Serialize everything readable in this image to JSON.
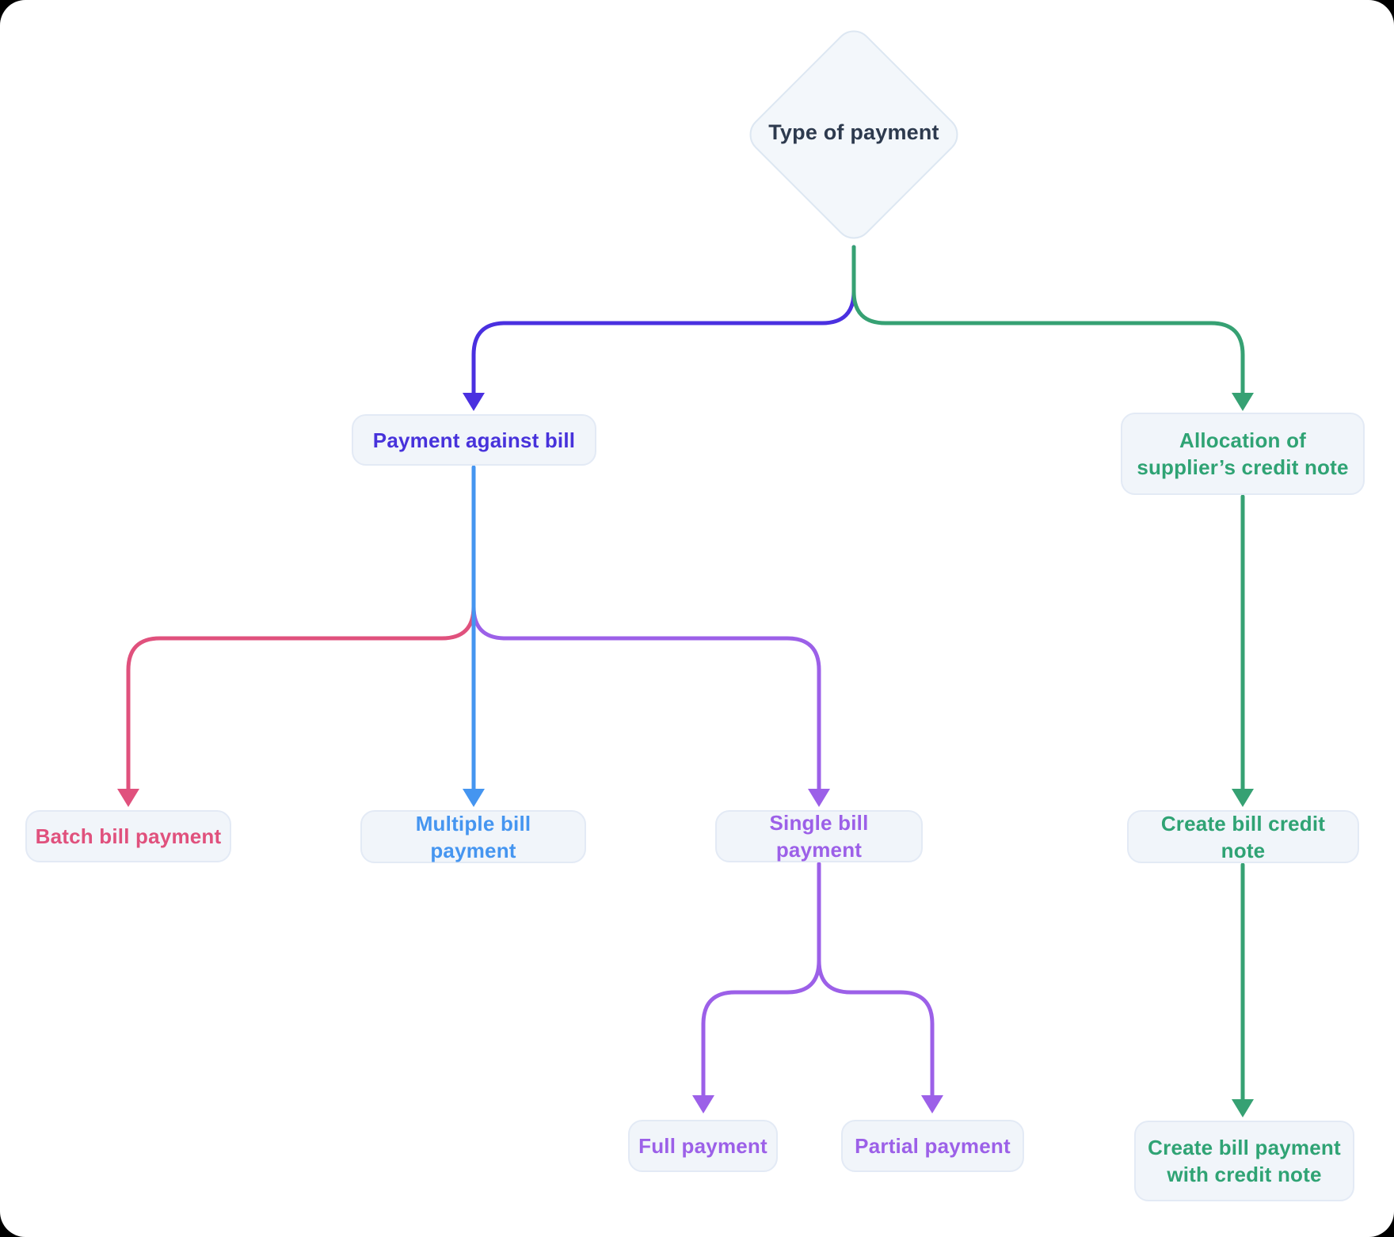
{
  "canvas": {
    "background": "#ffffff",
    "outside_background": "#000000"
  },
  "diagram": {
    "decision": {
      "label": "Type of payment",
      "text_color": "#2d3a4e",
      "fill": "#f3f7fb",
      "border": "#dde7f2"
    },
    "nodes": {
      "payment_against_bill": {
        "label": "Payment against bill",
        "color": "#4732db"
      },
      "allocation": {
        "label": "Allocation of supplier’s credit note",
        "color": "#2fa374"
      },
      "batch": {
        "label": "Batch bill payment",
        "color": "#e0517d"
      },
      "multiple": {
        "label": "Multiple bill payment",
        "color": "#4595f0"
      },
      "single": {
        "label": "Single bill payment",
        "color": "#9c60e8"
      },
      "full": {
        "label": "Full payment",
        "color": "#9c60e8"
      },
      "partial": {
        "label": "Partial payment",
        "color": "#9c60e8"
      },
      "create_credit_note": {
        "label": "Create bill credit note",
        "color": "#2fa374"
      },
      "create_bill_payment": {
        "label": "Create bill payment with credit note",
        "color": "#2fa374"
      }
    },
    "colors": {
      "indigo": "#4a30e0",
      "green": "#36a173",
      "blue": "#4595f0",
      "pink": "#e0517d",
      "purple": "#9c60e8",
      "node_bg": "#f1f5fa",
      "node_border": "#e3eaf5"
    }
  }
}
